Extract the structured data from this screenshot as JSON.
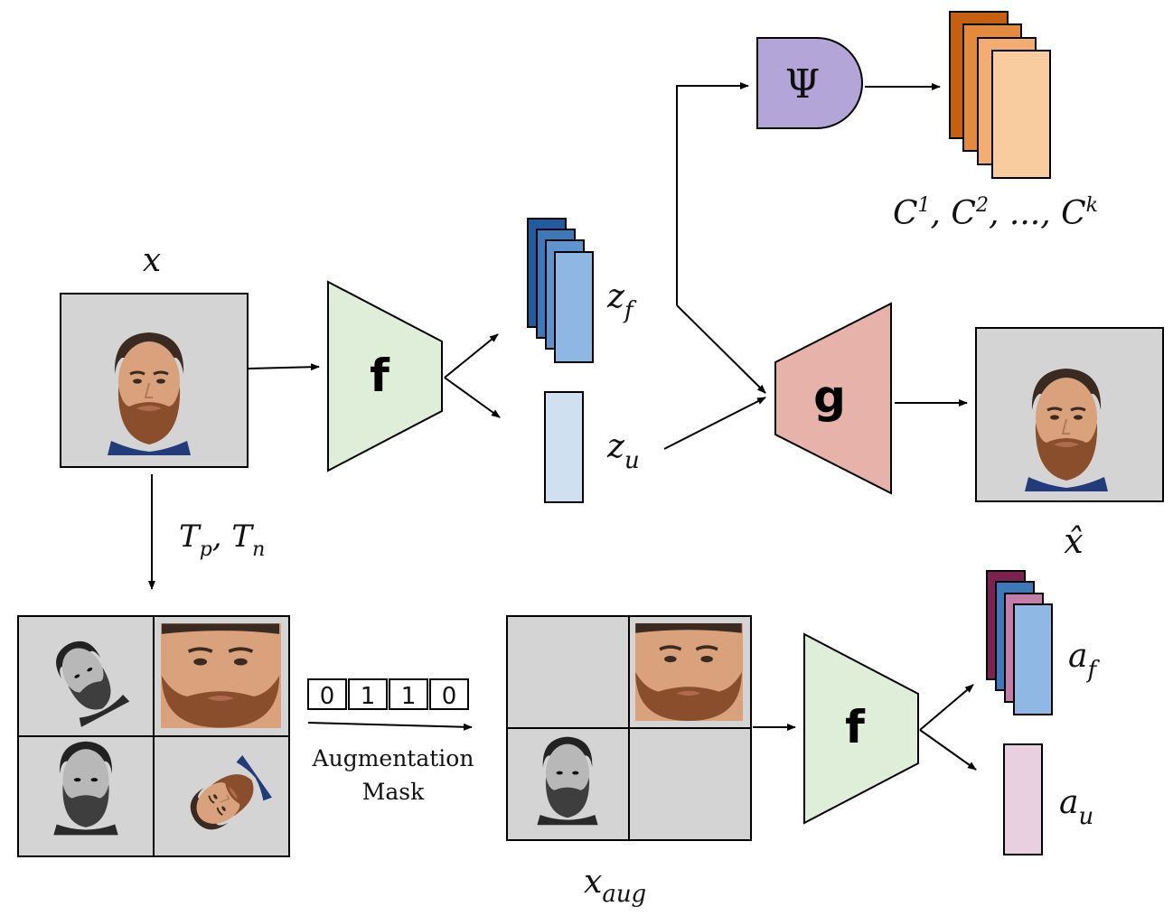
{
  "labels": {
    "x_input": "x",
    "z_f": "z_f",
    "z_u": "z_u",
    "concepts": "C^1, C^2, ..., C^k",
    "psi": "Ψ",
    "encoder": "f",
    "decoder": "g",
    "x_hat": "x̂",
    "transforms": "T_p, T_n",
    "mask_bits": [
      "0",
      "1",
      "1",
      "0"
    ],
    "augmentation_mask_line1": "Augmentation",
    "augmentation_mask_line2": "Mask",
    "x_aug": "x_aug",
    "a_f": "a_f",
    "a_u": "a_u"
  },
  "colors": {
    "encoder_fill": "#dfeed8",
    "decoder_fill": "#e6b2aa",
    "psi_fill": "#b3a5d7",
    "image_bg": "#d4d4d4",
    "zf_stack": [
      "#1f5da0",
      "#3c78ba",
      "#5e95cf",
      "#8eb8e3"
    ],
    "zu_fill": "#cfe0f0",
    "concept_stack": [
      "#c4600f",
      "#e48a3d",
      "#f3ad72",
      "#f9cc9f"
    ],
    "af_stack": [
      "#7d2150",
      "#3c78ba",
      "#c47da8",
      "#90b8e4"
    ],
    "au_fill": "#e8d0e0",
    "skin": "#d9a27d",
    "beard": "#8a4e2c",
    "hair": "#3b2a22"
  }
}
